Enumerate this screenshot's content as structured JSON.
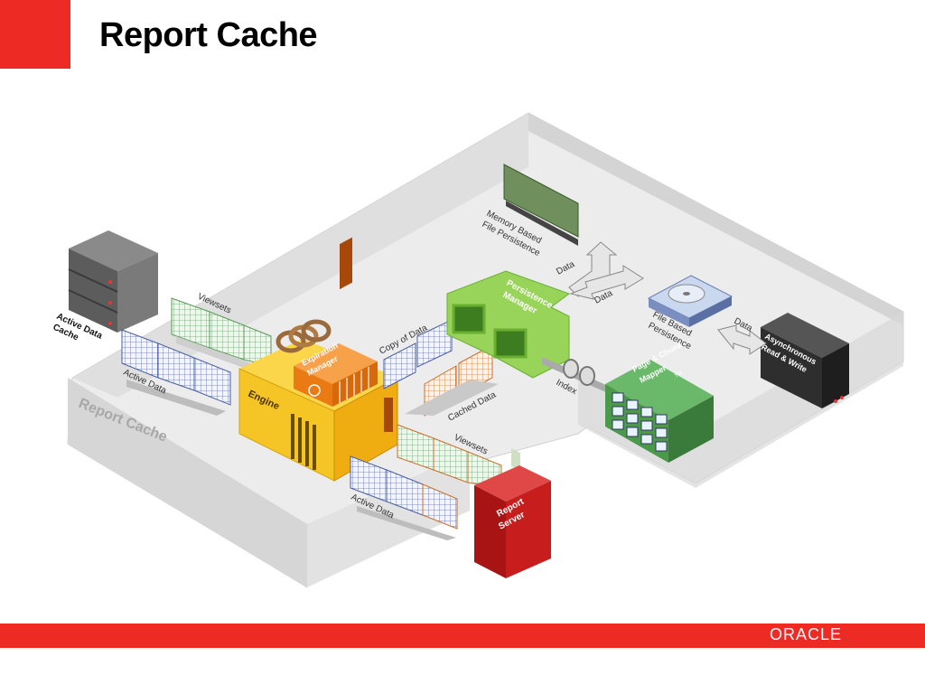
{
  "slide": {
    "title": "Report Cache",
    "logo": "ORACLE"
  },
  "colors": {
    "accent_red": "#ee2a24",
    "engine_yellow": "#f6c21f",
    "expiration_orange": "#f08a1f",
    "persistence_green": "#8ccc4a",
    "mapper_green": "#4aa34a",
    "server_red": "#c01a1a",
    "storage_gray": "#6a6a6a",
    "floor_gray": "#d9d9d9"
  },
  "diagram": {
    "floor_label": "Report Cache",
    "active_data_cache": {
      "line1": "Active Data",
      "line2": "Cache"
    },
    "viewsets_top": "Viewsets",
    "active_data_left": "Active Data",
    "engine": "Engine",
    "expiration_manager": {
      "line1": "Expiration",
      "line2": "Manager"
    },
    "copy_of_data": "Copy of Data",
    "cached_data": "Cached Data",
    "persistence_manager": {
      "line1": "Persistence",
      "line2": "Manager"
    },
    "memory_based": {
      "line1": "Memory Based",
      "line2": "File Persistence",
      "data": "Data"
    },
    "data_to_file": "Data",
    "file_based": {
      "line1": "File Based",
      "line2": "Persistence"
    },
    "data_to_async": "Data",
    "async": {
      "line1": "Asynchronous",
      "line2": "Read & Write"
    },
    "index": "Index",
    "page_chunk_mapper": {
      "line1": "Page & Chunk",
      "line2": "Mapper",
      "tm": "TM"
    },
    "viewsets_bottom": "Viewsets",
    "active_data_bottom": "Active Data",
    "report_server": {
      "line1": "Report",
      "line2": "Server"
    }
  }
}
